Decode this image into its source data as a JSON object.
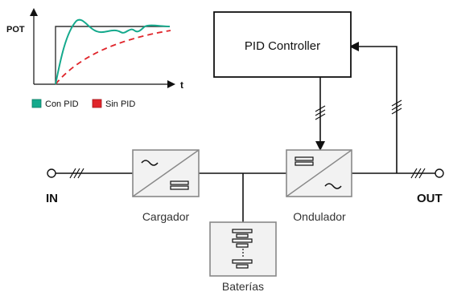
{
  "inset_chart": {
    "y_axis_label": "POT",
    "x_axis_label": "t",
    "legend": [
      {
        "label": "Con PID",
        "color": "#14a98c"
      },
      {
        "label": "Sin PID",
        "color": "#e0252b"
      }
    ]
  },
  "blocks": {
    "pid_controller": "PID Controller",
    "cargador": "Cargador",
    "ondulador": "Ondulador",
    "baterias": "Baterías"
  },
  "terminals": {
    "input": "IN",
    "output": "OUT"
  },
  "colors": {
    "line": "#111111",
    "block_border": "#888888",
    "block_fill": "#f2f2f2",
    "con_pid": "#14a98c",
    "sin_pid": "#e0252b"
  }
}
